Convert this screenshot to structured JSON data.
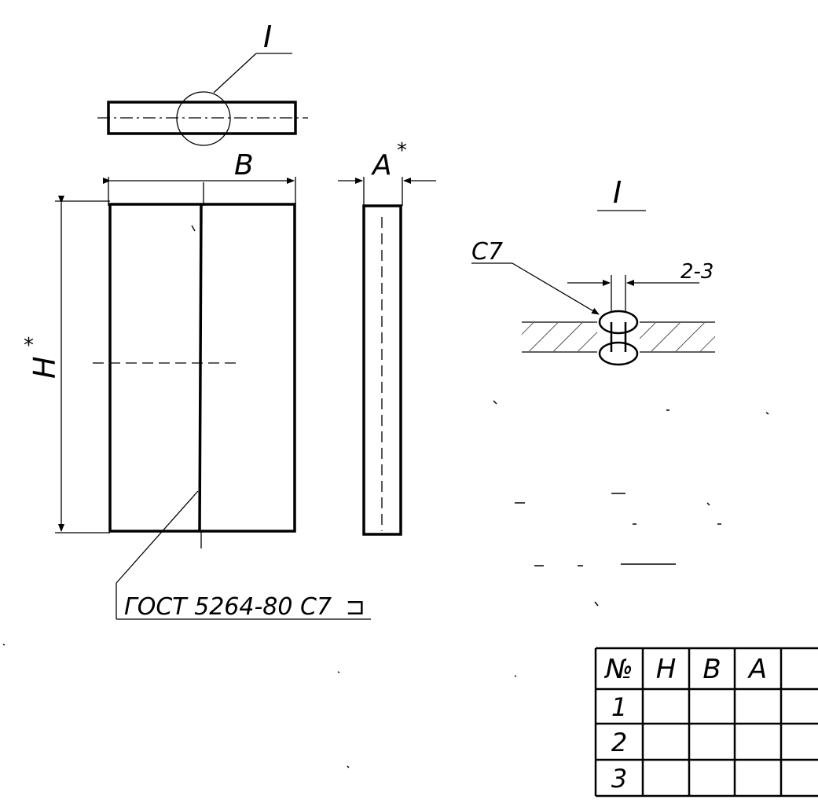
{
  "detail_label": "I",
  "dimensions": {
    "width_label": "B",
    "thickness_label": "A",
    "height_label": "H",
    "star": "*"
  },
  "weld": {
    "code": "C7",
    "gap": "2-3",
    "gost_text": "ГОСТ 5264-80 C7",
    "gost_symbol": "⊐"
  },
  "table": {
    "headers": [
      "№",
      "H",
      "B",
      "A",
      ""
    ],
    "rows": [
      [
        "1",
        "",
        "",
        "",
        ""
      ],
      [
        "2",
        "",
        "",
        "",
        ""
      ],
      [
        "3",
        "",
        "",
        "",
        ""
      ]
    ]
  }
}
